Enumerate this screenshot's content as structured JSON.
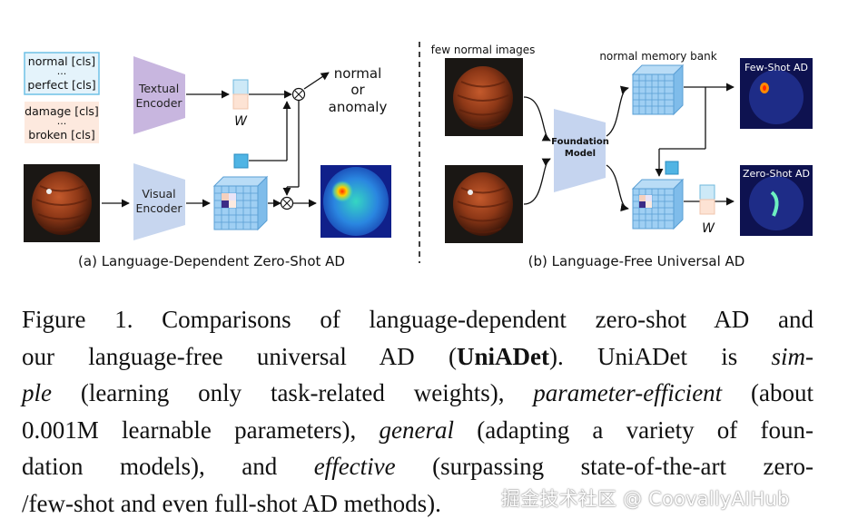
{
  "panel_a": {
    "prompt_normal_1": "normal [cls]",
    "prompt_normal_dots": "...",
    "prompt_normal_2": "perfect [cls]",
    "prompt_anomaly_1": "damage [cls]",
    "prompt_anomaly_dots": "...",
    "prompt_anomaly_2": "broken [cls]",
    "textual_encoder_1": "Textual",
    "textual_encoder_2": "Encoder",
    "visual_encoder_1": "Visual",
    "visual_encoder_2": "Encoder",
    "weight_label": "W",
    "output_1": "normal",
    "output_2": "or",
    "output_3": "anomaly",
    "op_symbol": "⊗",
    "caption": "(a) Language-Dependent Zero-Shot AD"
  },
  "panel_b": {
    "few_normal_label": "few normal images",
    "memory_bank_label": "normal memory bank",
    "foundation_1": "Foundation",
    "foundation_2": "Model",
    "few_shot_label": "Few-Shot AD",
    "zero_shot_label": "Zero-Shot AD",
    "weight_label": "W",
    "caption": "(b) Language-Free Universal AD"
  },
  "caption": {
    "l1": "Figure 1.  Comparisons of language-dependent zero-shot AD and",
    "l2_a": "our language-free universal AD (",
    "l2_bold": "UniADet",
    "l2_b": ").  UniADet is ",
    "l2_em": "sim-",
    "l3_em1": "ple",
    "l3_a": " (learning only task-related weights), ",
    "l3_em2": "parameter-efficient",
    "l3_b": " (about",
    "l4_a": "0.001M learnable parameters), ",
    "l4_em": "general",
    "l4_b": " (adapting a variety of foun-",
    "l5_a": "dation models), and ",
    "l5_em": "effective",
    "l5_b": " (surpassing state-of-the-art zero-",
    "l6": "/few-shot and even full-shot AD methods)."
  },
  "watermark": "掘金技术社区 @ CoovallyAIHub",
  "colors": {
    "prompt_normal_fill": "#e4f3fb",
    "prompt_normal_stroke": "#6fc1e6",
    "prompt_anomaly_fill": "#fde9de",
    "textual_encoder": "#c8b6df",
    "visual_encoder": "#c7d6ef",
    "foundation_model": "#c5d4ef",
    "feature_cube": "#8ec6f0",
    "token": "#4fb4e4"
  }
}
